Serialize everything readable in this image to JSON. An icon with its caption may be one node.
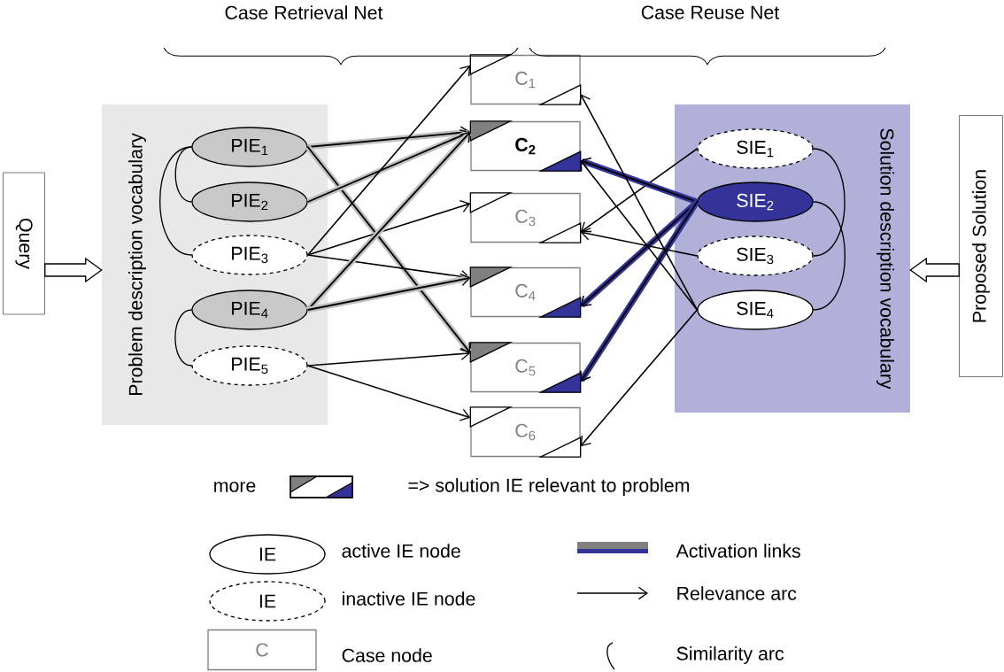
{
  "diagram": {
    "nodes": [
      {
        "text": [
          "Query"
        ]
      },
      {
        "text": [
          "Proposed Solution"
        ]
      },
      {
        "text": [
          "Problem description vocabulary"
        ]
      },
      {
        "text": [
          "PIE$_{1}$"
        ],
        "in": 2
      },
      {
        "text": [
          "PIE$_{2}$"
        ],
        "in": 2
      },
      {
        "text": [
          "PIE$_{3}$"
        ],
        "in": 2
      },
      {
        "text": [
          "PIE$_{4}$"
        ],
        "in": 2
      },
      {
        "text": [
          "PIE$_{5}$"
        ],
        "in": 2
      },
      {
        "text": [
          "C$_{1}$"
        ]
      },
      {
        "text": [
          "C$_{2}$"
        ]
      },
      {
        "text": [
          "C$_{3}$"
        ]
      },
      {
        "text": [
          "C$_{4}$"
        ]
      },
      {
        "text": [
          "C$_{5}$"
        ]
      },
      {
        "text": [
          "C$_{6}$"
        ]
      },
      {
        "text": [
          "Solution description vocabulary"
        ]
      },
      {
        "text": [
          "SIE$_{1}$"
        ],
        "in": 14
      },
      {
        "text": [
          "SIE$_{2}$"
        ],
        "in": 14
      },
      {
        "text": [
          "SIE$_{3}$"
        ],
        "in": 14
      },
      {
        "text": [
          "SIE$_{4}$"
        ],
        "in": 14
      }
    ],
    "edges": [
      {
        "from": 0,
        "to": 2,
        "arrow": "to",
        "style": "thick"
      },
      {
        "from": 1,
        "to": 14,
        "arrow": "to",
        "style": "thick"
      },
      {
        "from": 3,
        "to": 9,
        "arrow": "to",
        "style": "thick",
        "color": "#c0c0c0"
      },
      {
        "from": 3,
        "to": 12,
        "arrow": "to",
        "style": "thick",
        "color": "#c0c0c0"
      },
      {
        "from": 4,
        "to": 9,
        "arrow": "to",
        "style": "thick",
        "color": "#c0c0c0"
      },
      {
        "from": 5,
        "to": 8,
        "arrow": "to"
      },
      {
        "from": 5,
        "to": 10,
        "arrow": "to"
      },
      {
        "from": 5,
        "to": 11,
        "arrow": "to"
      },
      {
        "from": 6,
        "to": 9,
        "arrow": "to",
        "style": "thick",
        "color": "#c0c0c0"
      },
      {
        "from": 6,
        "to": 11,
        "arrow": "to",
        "style": "thick",
        "color": "#c0c0c0"
      },
      {
        "from": 7,
        "to": 12,
        "arrow": "to"
      },
      {
        "from": 7,
        "to": 13,
        "arrow": "to"
      },
      {
        "from": 15,
        "to": 10,
        "arrow": "to"
      },
      {
        "from": 16,
        "to": 9,
        "arrow": "to",
        "style": "thick",
        "color": "#333399"
      },
      {
        "from": 16,
        "to": 11,
        "arrow": "to",
        "style": "thick",
        "color": "#333399"
      },
      {
        "from": 16,
        "to": 12,
        "arrow": "to",
        "style": "thick",
        "color": "#333399"
      },
      {
        "from": 17,
        "to": 10,
        "arrow": "to"
      },
      {
        "from": 18,
        "to": 8,
        "arrow": "to"
      },
      {
        "from": 18,
        "to": 9,
        "arrow": "to"
      },
      {
        "from": 18,
        "to": 13,
        "arrow": "to"
      },
      {
        "from": 3,
        "to": 4,
        "arrow": "none"
      },
      {
        "from": 3,
        "to": 5,
        "arrow": "none"
      },
      {
        "from": 6,
        "to": 7,
        "arrow": "none"
      },
      {
        "from": 15,
        "to": 17,
        "arrow": "none"
      },
      {
        "from": 16,
        "to": 18,
        "arrow": "none"
      }
    ],
    "labels": [
      "Case Retrieval Net",
      "Case Reuse Net",
      "more",
      "=> solution IE relevant to problem",
      "IE",
      "IE",
      "C"
    ],
    "legend": [
      {
        "text": "active IE node"
      },
      {
        "text": "inactive IE node"
      },
      {
        "text": "Case node"
      },
      {
        "text": "Activation links"
      },
      {
        "text": "Relevance arc"
      },
      {
        "text": "Similarity arc"
      }
    ]
  }
}
